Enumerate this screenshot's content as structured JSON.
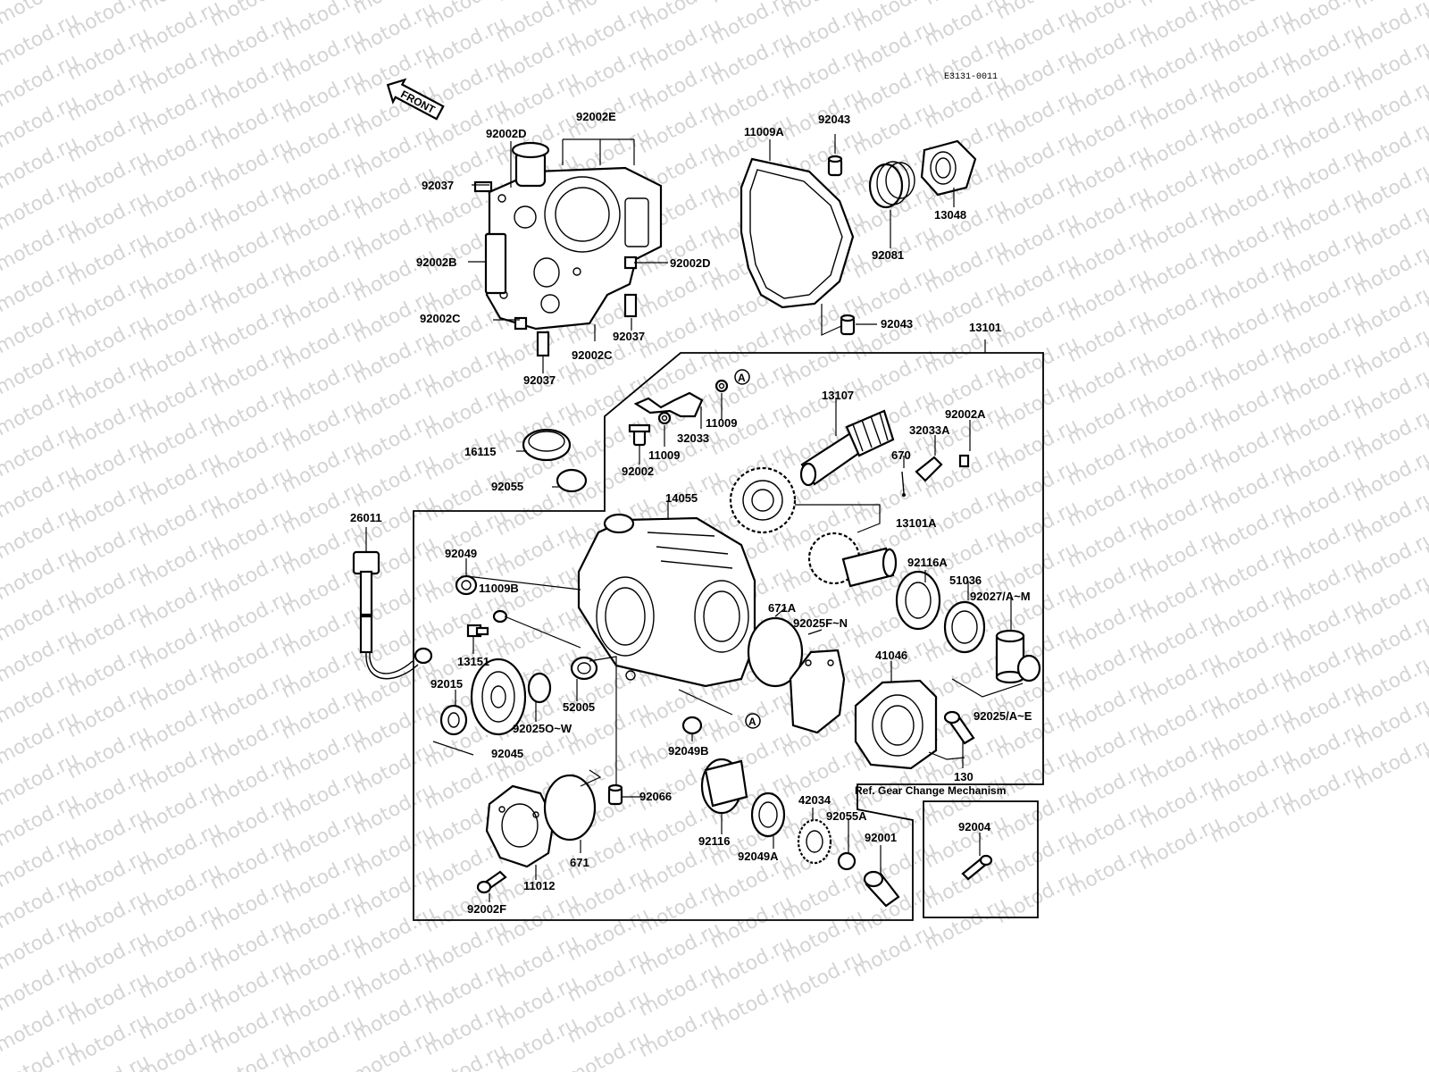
{
  "diagram_code": "E3131-0011",
  "front_arrow_label": "FRONT",
  "watermark_text": "motod.ru",
  "reference_note": "Ref. Gear Change Mechanism",
  "circle_marker": "A",
  "labels": {
    "p92002D_top": "92002D",
    "p92002E": "92002E",
    "p92037_a": "92037",
    "p92002B": "92002B",
    "p92002D_right": "92002D",
    "p92002C_left": "92002C",
    "p92037_b": "92037",
    "p92002C_bottom": "92002C",
    "p92037_c": "92037",
    "p11009A": "11009A",
    "p92043_top": "92043",
    "p13048": "13048",
    "p92081": "92081",
    "p92043_bottom": "92043",
    "p13101": "13101",
    "p11009_a": "11009",
    "p32033": "32033",
    "p11009_b": "11009",
    "p92002": "92002",
    "p16115": "16115",
    "p92055": "92055",
    "p13107": "13107",
    "p92002A": "92002A",
    "p32033A": "32033A",
    "p670": "670",
    "p14055": "14055",
    "p13101A": "13101A",
    "p26011": "26011",
    "p92049": "92049",
    "p11009B": "11009B",
    "p13151": "13151",
    "p671A": "671A",
    "p92025FN": "92025F~N",
    "p92116A": "92116A",
    "p51036": "51036",
    "p92027AM": "92027/A~M",
    "p41046": "41046",
    "p92015": "92015",
    "p52005": "52005",
    "p92025OW": "92025O~W",
    "p92045": "92045",
    "p92049B": "92049B",
    "p92025AE": "92025/A~E",
    "p130": "130",
    "p92066": "92066",
    "p42034": "42034",
    "p92055A": "92055A",
    "p92001": "92001",
    "p92116": "92116",
    "p92049A": "92049A",
    "p671": "671",
    "p11012": "11012",
    "p92002F": "92002F",
    "p92004": "92004"
  }
}
